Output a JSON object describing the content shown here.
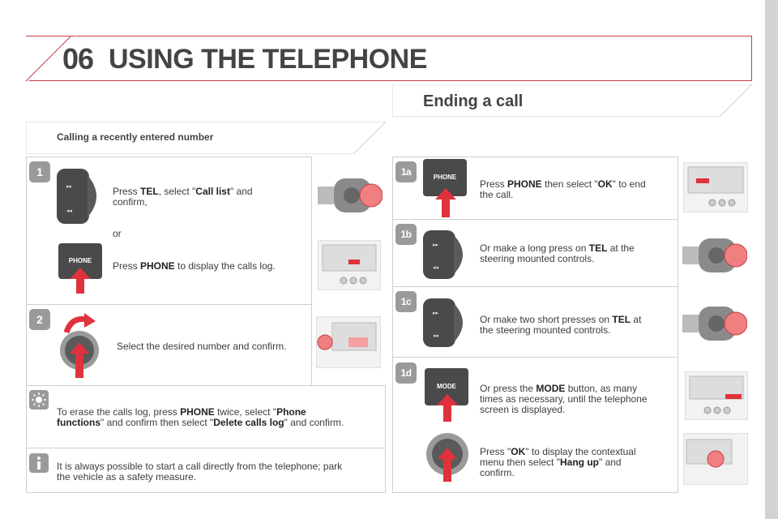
{
  "header": {
    "chapter": "06",
    "title": "USING THE TELEPHONE"
  },
  "left": {
    "section_title": "Calling a recently entered number",
    "step1": {
      "badge": "1",
      "line1_pre": "Press ",
      "line1_tel": "TEL",
      "line1_mid": ", select \"",
      "line1_call_list": "Call list",
      "line1_post": "\" and",
      "line2": "confirm,",
      "or": "or",
      "phone_pre": "Press ",
      "phone_key": "PHONE",
      "phone_post": " to display the calls log.",
      "phone_button_label": "PHONE"
    },
    "step2": {
      "badge": "2",
      "text": "Select the desired number and confirm."
    },
    "tip": {
      "pre": "To erase the calls log, press ",
      "phone": "PHONE",
      "mid": " twice, select \"",
      "phone_functions": "Phone",
      "functions_word": "functions",
      "mid2": "\" and confirm then select \"",
      "delete": "Delete calls log",
      "post": "\" and confirm."
    },
    "info": {
      "line1": "It is always possible to start a call directly from the telephone; park",
      "line2": "the vehicle as a safety measure."
    }
  },
  "right": {
    "section_title": "Ending a call",
    "step1a": {
      "badge": "1a",
      "pre": "Press ",
      "phone": "PHONE",
      "mid": " then select \"",
      "ok": "OK",
      "post": "\" to end",
      "line2": "the call.",
      "button_label": "PHONE"
    },
    "step1b": {
      "badge": "1b",
      "pre": "Or make a long press on ",
      "tel": "TEL",
      "post": " at the",
      "line2": "steering mounted controls."
    },
    "step1c": {
      "badge": "1c",
      "pre": "Or make two short presses on ",
      "tel": "TEL",
      "post": " at",
      "line2": "the steering mounted controls."
    },
    "step1d": {
      "badge": "1d",
      "pre": "Or press the ",
      "mode": "MODE",
      "post": " button, as many",
      "line2": "times as necessary, until the telephone",
      "line3": "screen is displayed.",
      "button_label": "MODE",
      "ok_pre": "Press \"",
      "ok": "OK",
      "ok_post": "\" to display the contextual",
      "ok_line2_pre": "menu then select \"",
      "hang_up": "Hang up",
      "ok_line2_post": "\" and",
      "ok_line3": "confirm."
    }
  },
  "colors": {
    "accent_red": "#c83c46",
    "arrow_red": "#e0323c",
    "badge_grey": "#9a9a9a",
    "button_dark": "#4a4a4a"
  }
}
